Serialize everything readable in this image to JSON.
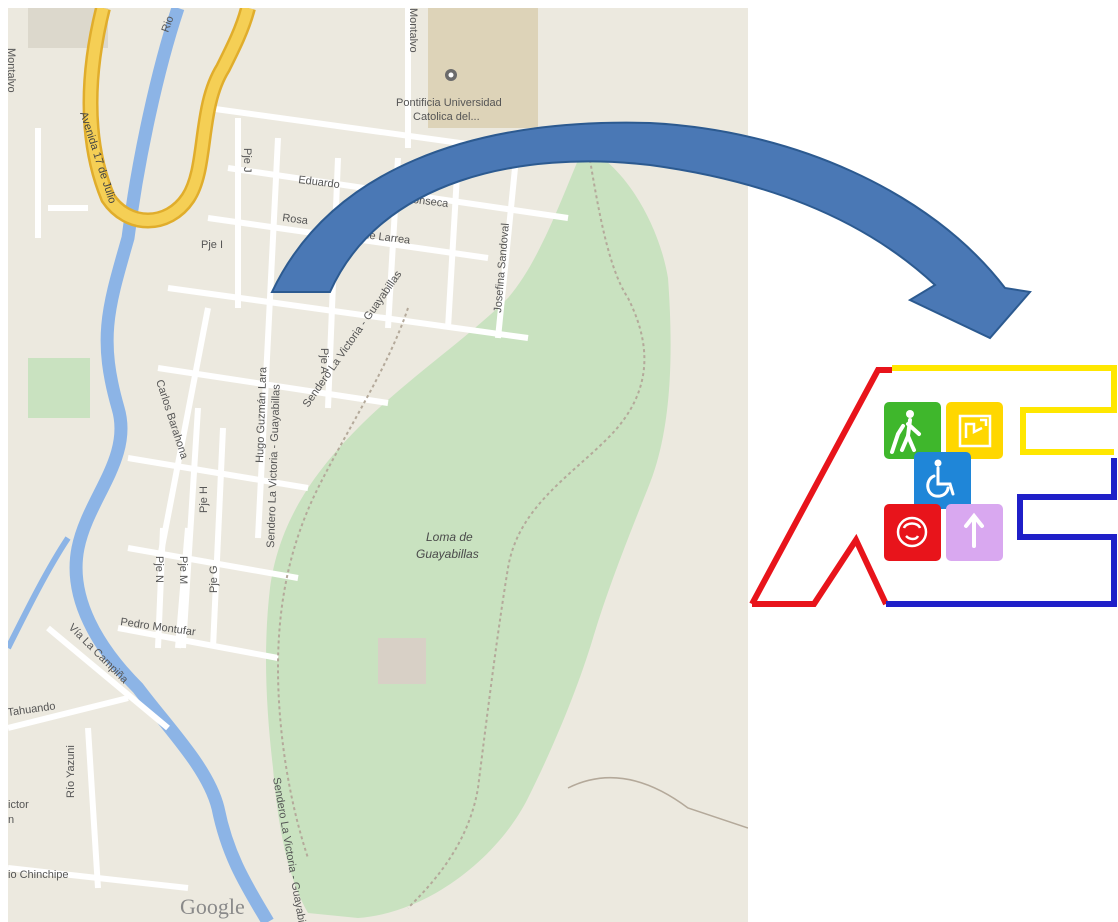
{
  "map": {
    "streets": {
      "rio": "Rio",
      "avenida": "Avenida 17 de Julio",
      "universidad": "Pontificia Universidad",
      "universidad2": "Catolica del...",
      "montalvo": "Montalvo",
      "pje_j": "Pje J",
      "eduardo": "Eduardo",
      "fonseca": "Fonseca",
      "rosa": "Rosa",
      "larrea": "de Larrea",
      "pje_i": "Pje I",
      "josefina": "Josefina Sandoval",
      "hugo": "Hugo Guzmán Lara",
      "pje_a": "Pje A",
      "carlos": "Carlos Barahona",
      "pje_n": "Pje N",
      "pje_m": "Pje M",
      "pje_h": "Pje H",
      "pje_g": "Pje G",
      "pedro": "Pedro Montufar",
      "via": "Vía La Campiña",
      "tahuando": "Tahuando",
      "yazuni": "Río Yazuni",
      "victor": "ictor",
      "victor2": "n",
      "chinchipe": "io Chinchipe",
      "sendero1": "Sendero La Victoria - Guayabillas",
      "sendero2": "Sendero La Victoria - Guayabillas",
      "sendero3": "Sendero La Victoria - Guayabillas"
    },
    "park_name_line1": "Loma de",
    "park_name_line2": "Guayabillas",
    "google_logo": "Google",
    "colors": {
      "land": "#ece9df",
      "park": "#c9e2c0",
      "river": "#8cb4e6",
      "road_major": "#f2c445",
      "road_minor": "#ffffff",
      "campus": "#ddd3b8"
    }
  },
  "logo": {
    "colors": {
      "red": "#e8141b",
      "yellow": "#ffe700",
      "blue": "#1f1fc8"
    },
    "tiles": [
      {
        "name": "blind-person-icon",
        "color": "#3fb72c"
      },
      {
        "name": "hearing-sign-icon",
        "color": "#ffd700"
      },
      {
        "name": "wheelchair-icon",
        "color": "#1f86d8"
      },
      {
        "name": "cognitive-head-icon",
        "color": "#e8141b"
      },
      {
        "name": "standing-person-icon",
        "color": "#d9a8f0"
      }
    ]
  },
  "arrow": {
    "color": "#4a78b5",
    "outline": "#2c5a90"
  }
}
